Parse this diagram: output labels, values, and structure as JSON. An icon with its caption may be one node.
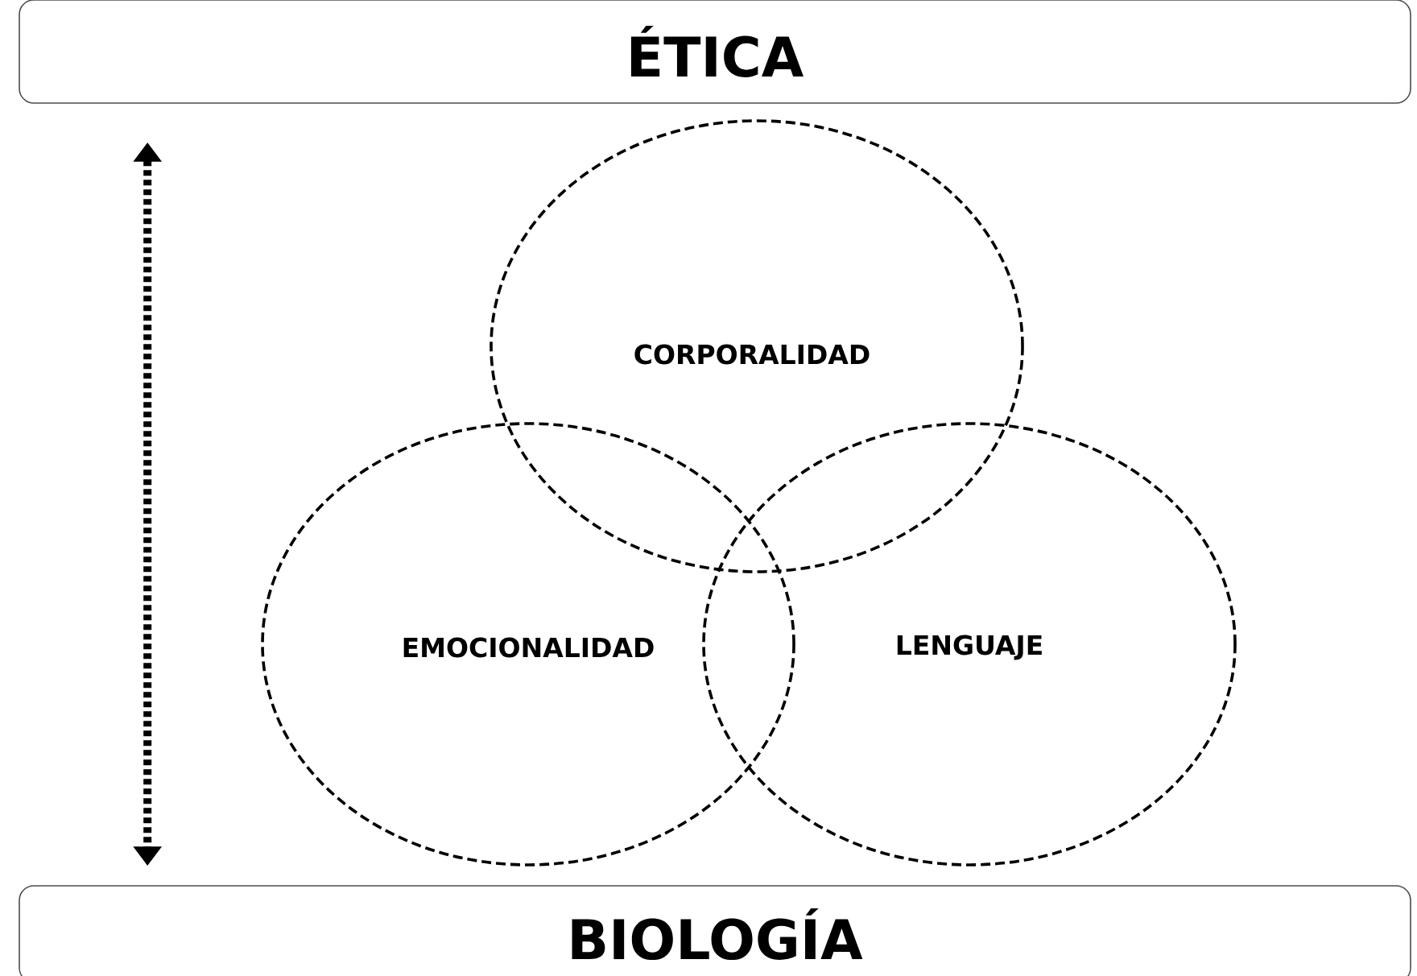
{
  "diagram": {
    "nodes": [
      {
        "text": [
          "ÉTICA"
        ]
      },
      {
        "text": [
          "BIOLOGÍA"
        ]
      },
      {
        "text": [
          "CORPORALIDAD"
        ]
      },
      {
        "text": [
          "EMOCIONALIDAD"
        ]
      },
      {
        "text": [
          "LENGUAJE"
        ]
      }
    ],
    "edges": [
      {
        "from": 0,
        "to": 1,
        "arrow": "both",
        "style": "dashed"
      }
    ]
  }
}
